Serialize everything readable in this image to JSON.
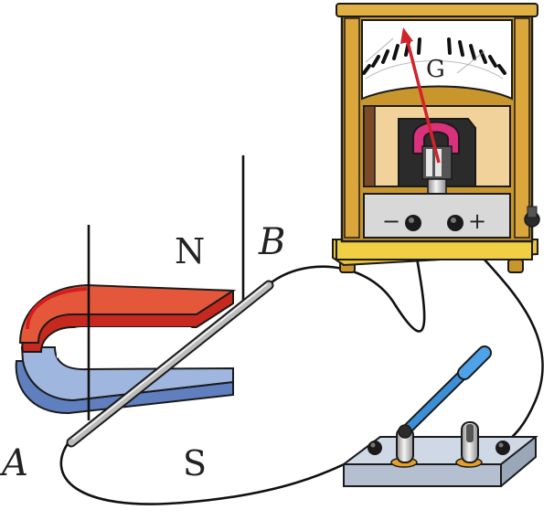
{
  "labels": {
    "north_pole": "N",
    "south_pole": "S",
    "rod_end_a": "A",
    "rod_end_b": "B",
    "meter_symbol": "G",
    "terminal_negative": "−",
    "terminal_positive": "+"
  },
  "colors": {
    "magnet_north": "#e4573a",
    "magnet_south": "#9fb6df",
    "meter_case": "#c9962e",
    "meter_needle": "#d2232a",
    "meter_magnet": "#d9317d",
    "switch_blade": "#3b8fd6",
    "switch_base": "#cfd9e6",
    "wire": "#111111"
  },
  "icons": [
    "horseshoe-magnet-icon",
    "galvanometer-icon",
    "knife-switch-icon",
    "conductor-rod-icon"
  ]
}
